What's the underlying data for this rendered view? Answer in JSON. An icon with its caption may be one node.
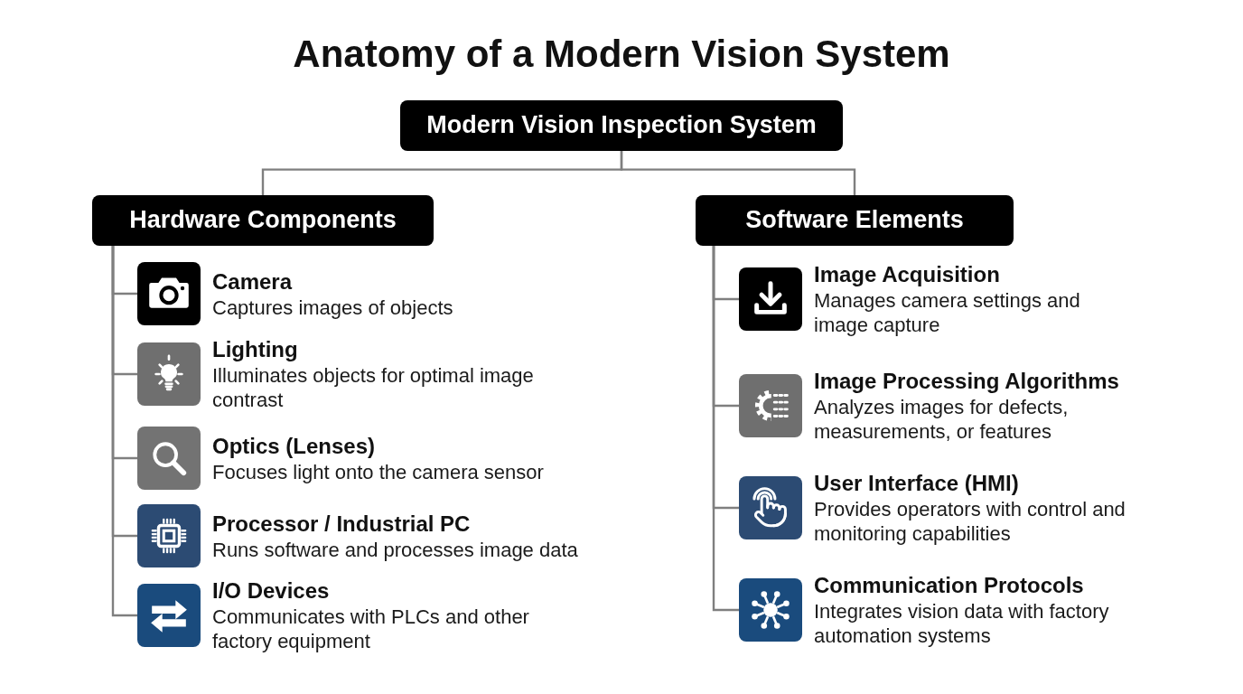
{
  "diagram": {
    "title": "Anatomy of a Modern Vision System",
    "nodes": [
      {
        "text": [
          "Modern Vision Inspection System"
        ]
      },
      {
        "text": [
          "Hardware Components"
        ]
      },
      {
        "text": [
          "Software Elements"
        ]
      },
      {
        "text": [
          "Camera",
          "Captures images of objects"
        ]
      },
      {
        "text": [
          "Lighting",
          "Illuminates objects for optimal image contrast"
        ]
      },
      {
        "text": [
          "Optics (Lenses)",
          "Focuses light onto the camera sensor"
        ]
      },
      {
        "text": [
          "Processor / Industrial PC",
          "Runs software and processes image data"
        ]
      },
      {
        "text": [
          "I/O Devices",
          "Communicates with PLCs and other factory equipment"
        ]
      },
      {
        "text": [
          "Image Acquisition",
          "Manages camera settings and image capture"
        ]
      },
      {
        "text": [
          "Image Processing Algorithms",
          "Analyzes images for defects, measurements, or features"
        ]
      },
      {
        "text": [
          "User Interface (HMI)",
          "Provides operators with control and monitoring capabilities"
        ]
      },
      {
        "text": [
          "Communication Protocols",
          "Integrates vision data with factory automation systems"
        ]
      }
    ],
    "edges": [
      {
        "from": 0,
        "to": 1,
        "arrow": "none"
      },
      {
        "from": 0,
        "to": 2,
        "arrow": "none"
      },
      {
        "from": 1,
        "to": 3,
        "arrow": "none"
      },
      {
        "from": 1,
        "to": 4,
        "arrow": "none"
      },
      {
        "from": 1,
        "to": 5,
        "arrow": "none"
      },
      {
        "from": 1,
        "to": 6,
        "arrow": "none"
      },
      {
        "from": 1,
        "to": 7,
        "arrow": "none"
      },
      {
        "from": 2,
        "to": 8,
        "arrow": "none"
      },
      {
        "from": 2,
        "to": 9,
        "arrow": "none"
      },
      {
        "from": 2,
        "to": 10,
        "arrow": "none"
      },
      {
        "from": 2,
        "to": 11,
        "arrow": "none"
      }
    ]
  }
}
